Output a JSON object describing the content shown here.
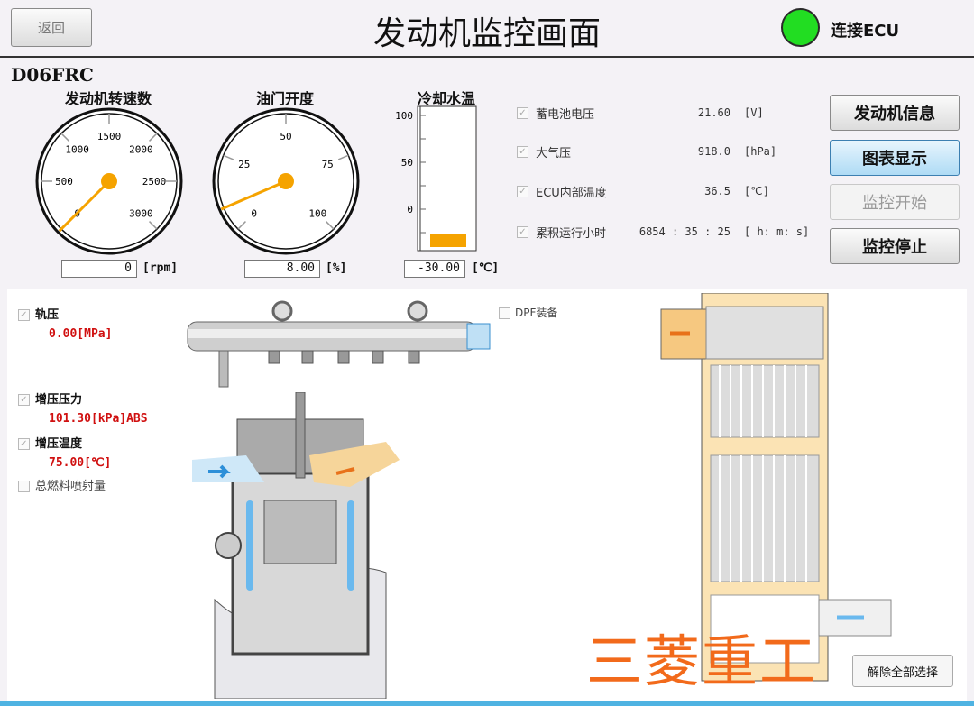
{
  "header": {
    "back": "返回",
    "title": "发动机监控画面",
    "status": "连接ECU",
    "status_color": "#22dd22"
  },
  "model": "D06FRC",
  "gauges": [
    {
      "label": "发动机转速数",
      "min": 0,
      "max": 3000,
      "ticks": [
        "0",
        "500",
        "1000",
        "1500",
        "2000",
        "2500",
        "3000"
      ],
      "value": 0,
      "display": "0",
      "unit": "[rpm]"
    },
    {
      "label": "油门开度",
      "min": 0,
      "max": 100,
      "ticks": [
        "0",
        "25",
        "50",
        "75",
        "100"
      ],
      "value": 8,
      "display": "8.00",
      "unit": "[%]"
    }
  ],
  "coolant": {
    "label": "冷却水温",
    "ticks": [
      "100",
      "50",
      "0"
    ],
    "value": -30,
    "display": "-30.00",
    "unit": "[℃]",
    "fill_color": "#f5a300"
  },
  "params": [
    {
      "label": "蓄电池电压",
      "value": "21.60",
      "unit": "[V]",
      "checked": true
    },
    {
      "label": "大气压",
      "value": "918.0",
      "unit": "[hPa]",
      "checked": true
    },
    {
      "label": "ECU内部温度",
      "value": "36.5",
      "unit": "[℃]",
      "checked": true
    },
    {
      "label": "累积运行小时",
      "value": "6854 : 35 : 25",
      "unit": "[ h: m: s]",
      "checked": true
    }
  ],
  "buttons": {
    "engine_info": "发动机信息",
    "chart": "图表显示",
    "start": "监控开始",
    "stop": "监控停止",
    "clear": "解除全部选择"
  },
  "sensors": [
    {
      "label": "轨压",
      "value": "0.00[MPa]",
      "checked": true
    },
    {
      "label": "增压压力",
      "value": "101.30[kPa]ABS",
      "checked": true
    },
    {
      "label": "增压温度",
      "value": "75.00[℃]",
      "checked": true
    },
    {
      "label": "总燃料喷射量",
      "value": "",
      "checked": false
    }
  ],
  "dpf": {
    "label": "DPF装备",
    "checked": false
  },
  "overlay": "三菱重工"
}
